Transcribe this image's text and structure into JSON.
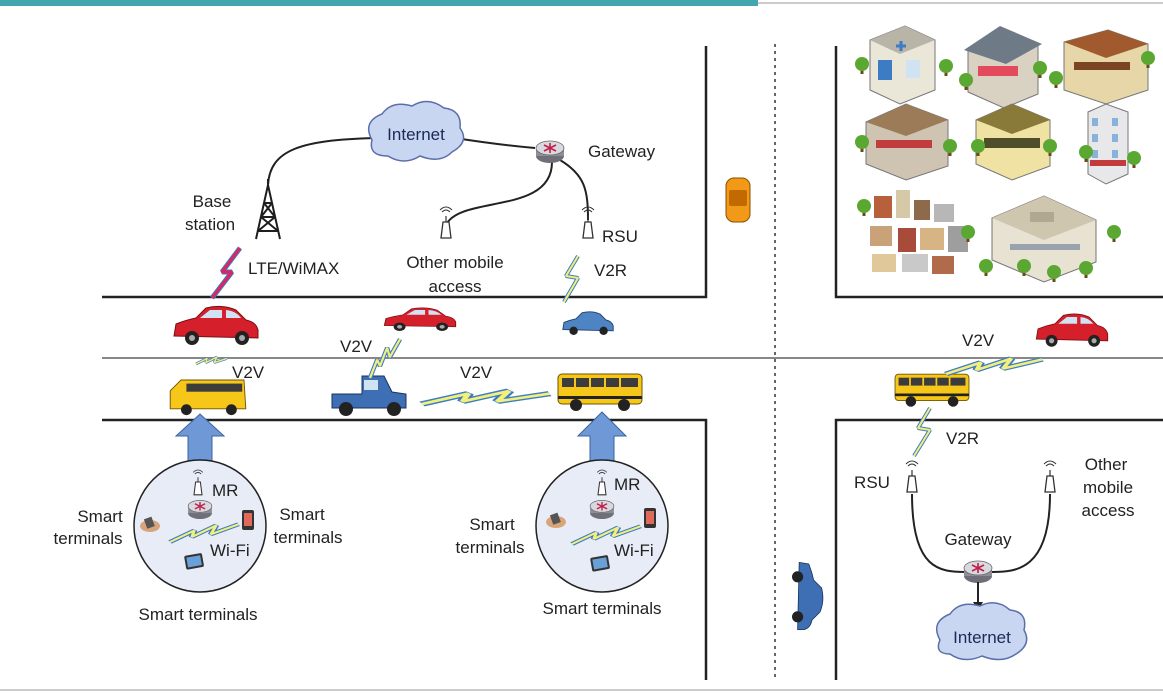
{
  "labels": {
    "internet_top": "Internet",
    "gateway_top": "Gateway",
    "base_station_1": "Base",
    "base_station_2": "station",
    "lte": "LTE/WiMAX",
    "other_top_1": "Other mobile",
    "other_top_2": "access",
    "rsu_top": "RSU",
    "v2r_top": "V2R",
    "v2v_1": "V2V",
    "v2v_2": "V2V",
    "v2v_3": "V2V",
    "v2v_4": "V2V",
    "mr_1": "MR",
    "mr_2": "MR",
    "smart_a1": "Smart",
    "smart_a2": "terminals",
    "smart_b1": "Smart",
    "smart_b2": "terminals",
    "smart_c": "Smart terminals",
    "wifi_1": "Wi-Fi",
    "smart_d1": "Smart",
    "smart_d2": "terminals",
    "wifi_2": "Wi-Fi",
    "smart_e": "Smart terminals",
    "v2r_right": "V2R",
    "rsu_right": "RSU",
    "other_right_1": "Other",
    "other_right_2": "mobile",
    "other_right_3": "access",
    "gateway_right": "Gateway",
    "internet_right": "Internet"
  },
  "colors": {
    "header_bar": "#43a6ad",
    "road_line": "#222222",
    "cloud_fill": "#c9d6f2",
    "cloud_stroke": "#5b6ea8",
    "bolt_yellow": "#f3ef7c",
    "bolt_blue": "#3b7cc4",
    "bolt_red": "#e0245e",
    "arrow_blue": "#6f98d6",
    "circle_fill": "#e7ecf7",
    "bus_yellow": "#f6c619",
    "car_red": "#d51f2b"
  },
  "icons": [
    "cloud-icon",
    "router-icon",
    "tower-icon",
    "antenna-icon",
    "lightning-icon",
    "car-icon",
    "bus-icon",
    "truck-icon",
    "smartphone-icon",
    "tablet-icon",
    "building-icon",
    "tree-icon"
  ]
}
